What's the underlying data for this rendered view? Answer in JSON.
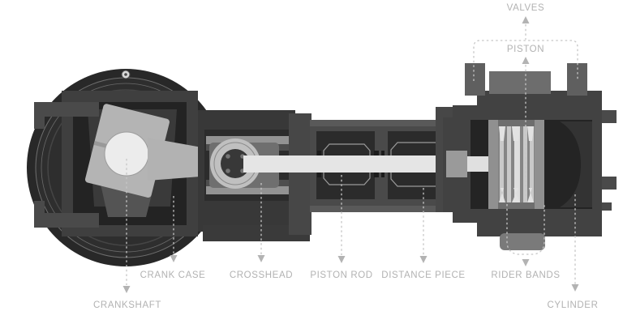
{
  "labels": {
    "valves": "VALVES",
    "piston": "PISTON",
    "crankshaft": "CRANKSHAFT",
    "crank_case": "CRANK CASE",
    "crosshead": "CROSSHEAD",
    "piston_rod": "PISTON ROD",
    "distance_piece": "DISTANCE PIECE",
    "rider_bands": "RIDER BANDS",
    "cylinder": "CYLINDER"
  },
  "colors": {
    "background": "#ffffff",
    "label_text": "#b2b2b2",
    "leader_line": "#c6c6c6",
    "arrow": "#b3b3b3",
    "machine_darkest": "#232323",
    "machine_dark": "#2d2d2d",
    "machine_frame": "#3f3f3f",
    "machine_mid": "#4a4a4a",
    "bearing_light": "#b4b4b4",
    "crank_journal": "#ececec",
    "piston_rod_metal": "#e5e5e5",
    "rider_band_stripe": "#c9c9c9"
  }
}
